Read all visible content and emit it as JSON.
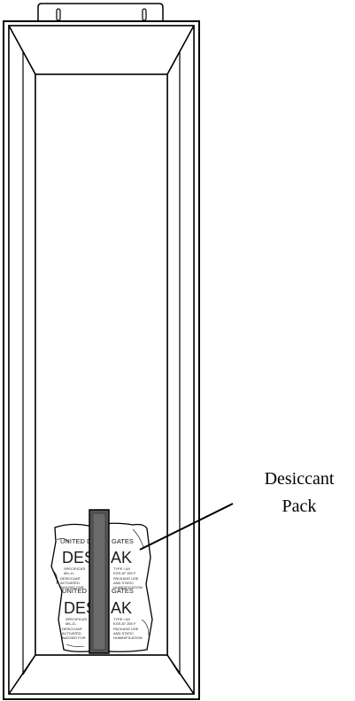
{
  "callout": {
    "line1": "Desiccant",
    "line2": "Pack"
  },
  "desiccant_pack": {
    "upper_print": {
      "header": "UNITED DES",
      "header_right": "GATES",
      "brand_left": "DES",
      "brand_right": "AK",
      "fine_left": [
        "SPECIFICATI",
        "MIL-D-",
        "DESICCANT",
        "ACTIVATED",
        "BAGGED FOR"
      ],
      "fine_right": [
        "TYPE I &II",
        "KGS AT 250 F",
        "PACKAGE USE",
        "AND STATIC",
        "HUMIDIFICATION"
      ]
    },
    "lower_print": {
      "header": "UNITED DES",
      "header_right": "GATES",
      "brand_left": "DES",
      "brand_right": "AK",
      "fine_left": [
        "SPECIFICATI",
        "MIL-D-",
        "DESICCANT",
        "ACTIVATED",
        "BAGGED FOR"
      ],
      "fine_right": [
        "TYPE I &II",
        "KGS AT 250 F",
        "PACKAGE USE",
        "AND STATIC",
        "HUMIDIFICATION"
      ]
    }
  },
  "colors": {
    "outline": "#000000",
    "panel": "#ffffff",
    "strap": "#555555"
  }
}
